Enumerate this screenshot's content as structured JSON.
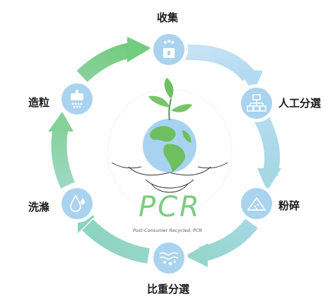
{
  "steps": [
    {
      "label": "收集",
      "icon": "collection-bin-icon",
      "color": "#b8dcf2"
    },
    {
      "label": "人工分選",
      "icon": "sorting-flow-icon",
      "color": "#b8dcf2"
    },
    {
      "label": "粉碎",
      "icon": "crushing-icon",
      "color": "#9fd6dc"
    },
    {
      "label": "比重分選",
      "icon": "density-separation-icon",
      "color": "#8fd6c4"
    },
    {
      "label": "洗滌",
      "icon": "washing-drop-icon",
      "color": "#99d9c2"
    },
    {
      "label": "造粒",
      "icon": "pelletizing-icon",
      "color": "#7fd08a"
    }
  ],
  "logo": {
    "title": "PCR",
    "subtitle": "Post-Consumer Recycled, PCR"
  },
  "colors": {
    "blue": "#b8dcf2",
    "teal": "#8fd6c4",
    "green": "#7fd08a",
    "icon": "#a9d3ee",
    "leaf": "#6dbf5f",
    "ocean": "#a7d3f0"
  }
}
